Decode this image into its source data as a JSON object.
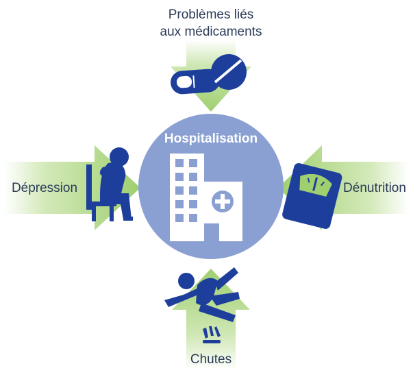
{
  "diagram": {
    "center": {
      "label": "Hospitalisation",
      "icon": "hospital-building-icon"
    },
    "factors": {
      "top": {
        "label_line1": "Problèmes liés",
        "label_line2": "aux médicaments",
        "icon": "pills-icon"
      },
      "left": {
        "label": "Dépression",
        "icon": "depressed-person-icon"
      },
      "right": {
        "label": "Dénutrition",
        "icon": "scale-icon"
      },
      "bottom": {
        "label": "Chutes",
        "icon": "falling-person-icon"
      }
    },
    "colors": {
      "arrow": "#9fcf6e",
      "arrow_dark": "#7fbb4c",
      "circle": "#8aa0d2",
      "circle_text": "#ffffff",
      "icon_blue": "#1d3f9b",
      "label": "#2b3a57"
    }
  }
}
